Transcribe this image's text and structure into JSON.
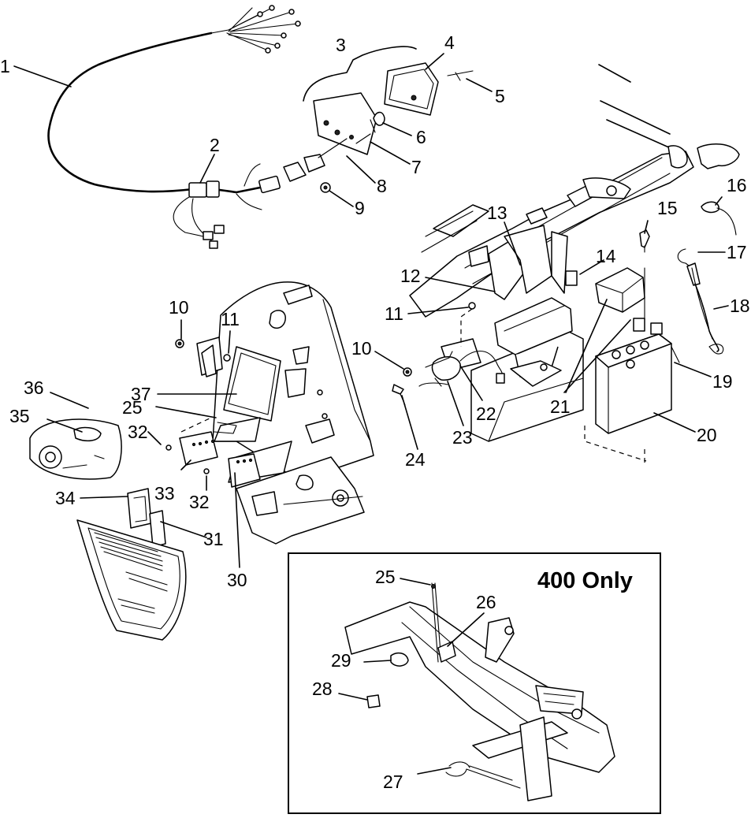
{
  "inset": {
    "title": "400 Only"
  },
  "callouts": [
    {
      "id": "c1",
      "text": "1"
    },
    {
      "id": "c2",
      "text": "2"
    },
    {
      "id": "c3",
      "text": "3"
    },
    {
      "id": "c4",
      "text": "4"
    },
    {
      "id": "c5",
      "text": "5"
    },
    {
      "id": "c6",
      "text": "6"
    },
    {
      "id": "c7",
      "text": "7"
    },
    {
      "id": "c8",
      "text": "8"
    },
    {
      "id": "c9",
      "text": "9"
    },
    {
      "id": "c10a",
      "text": "10"
    },
    {
      "id": "c10b",
      "text": "10"
    },
    {
      "id": "c11a",
      "text": "11"
    },
    {
      "id": "c11b",
      "text": "11"
    },
    {
      "id": "c12",
      "text": "12"
    },
    {
      "id": "c13",
      "text": "13"
    },
    {
      "id": "c14",
      "text": "14"
    },
    {
      "id": "c15",
      "text": "15"
    },
    {
      "id": "c16",
      "text": "16"
    },
    {
      "id": "c17",
      "text": "17"
    },
    {
      "id": "c18",
      "text": "18"
    },
    {
      "id": "c19",
      "text": "19"
    },
    {
      "id": "c20",
      "text": "20"
    },
    {
      "id": "c21",
      "text": "21"
    },
    {
      "id": "c22",
      "text": "22"
    },
    {
      "id": "c23",
      "text": "23"
    },
    {
      "id": "c24",
      "text": "24"
    },
    {
      "id": "c25a",
      "text": "25"
    },
    {
      "id": "c25b",
      "text": "25"
    },
    {
      "id": "c26",
      "text": "26"
    },
    {
      "id": "c27",
      "text": "27"
    },
    {
      "id": "c28",
      "text": "28"
    },
    {
      "id": "c29",
      "text": "29"
    },
    {
      "id": "c30",
      "text": "30"
    },
    {
      "id": "c31",
      "text": "31"
    },
    {
      "id": "c32a",
      "text": "32"
    },
    {
      "id": "c32b",
      "text": "32"
    },
    {
      "id": "c33",
      "text": "33"
    },
    {
      "id": "c34",
      "text": "34"
    },
    {
      "id": "c35",
      "text": "35"
    },
    {
      "id": "c36",
      "text": "36"
    },
    {
      "id": "c37",
      "text": "37"
    }
  ]
}
